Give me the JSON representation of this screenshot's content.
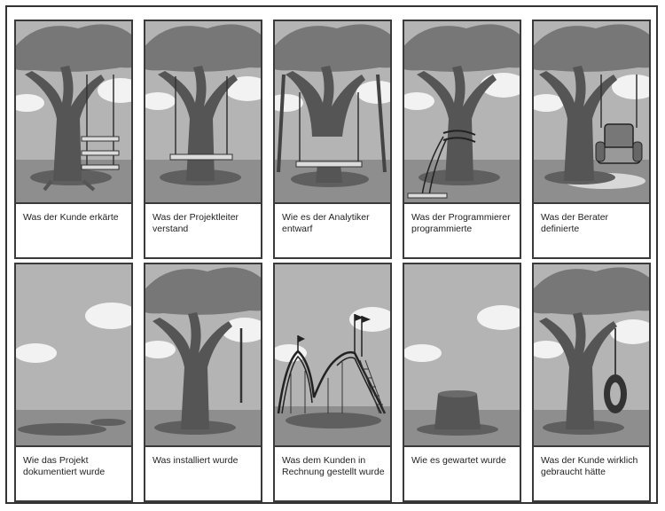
{
  "panels": [
    {
      "scene": "swing-three-boards",
      "caption": "Was der Kunde erkärte"
    },
    {
      "scene": "swing-around-trunk",
      "caption": "Was der Projektleiter verstand"
    },
    {
      "scene": "swing-cut-trunk",
      "caption": "Wie es der Analytiker entwarf"
    },
    {
      "scene": "rope-tied-to-trunk",
      "caption": "Was der Programmierer programmierte"
    },
    {
      "scene": "armchair-swing",
      "caption": "Was der Berater definierte"
    },
    {
      "scene": "empty-field",
      "caption": "Wie das Projekt dokumentiert wurde"
    },
    {
      "scene": "single-rope",
      "caption": "Was installiert wurde"
    },
    {
      "scene": "roller-coaster",
      "caption": "Was dem Kunden in Rechnung gestellt wurde"
    },
    {
      "scene": "tree-stump",
      "caption": "Wie es gewartet wurde"
    },
    {
      "scene": "tire-swing",
      "caption": "Was der Kunde wirklich gebraucht hätte"
    }
  ]
}
